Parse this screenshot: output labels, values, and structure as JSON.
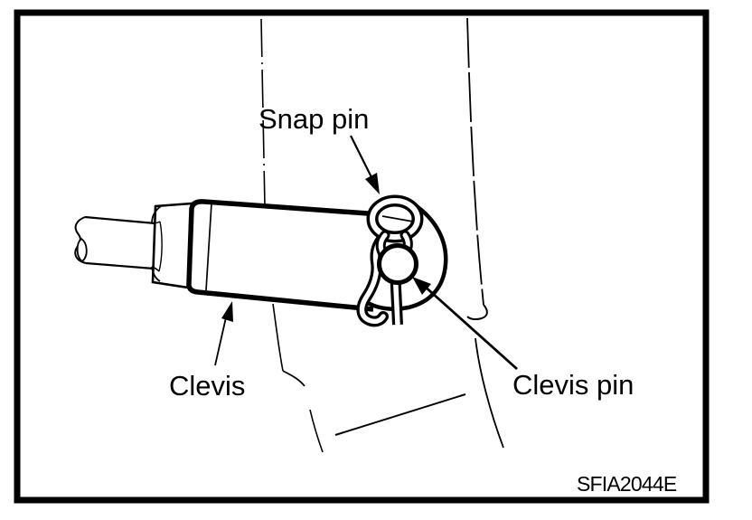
{
  "figure": {
    "type": "technical-illustration",
    "subject": "clevis and snap pin assembly",
    "labels": {
      "snap_pin": "Snap pin",
      "clevis": "Clevis",
      "clevis_pin": "Clevis pin"
    },
    "figure_code": "SFIA2044E",
    "colors": {
      "ink": "#000000",
      "paper": "#ffffff"
    }
  }
}
